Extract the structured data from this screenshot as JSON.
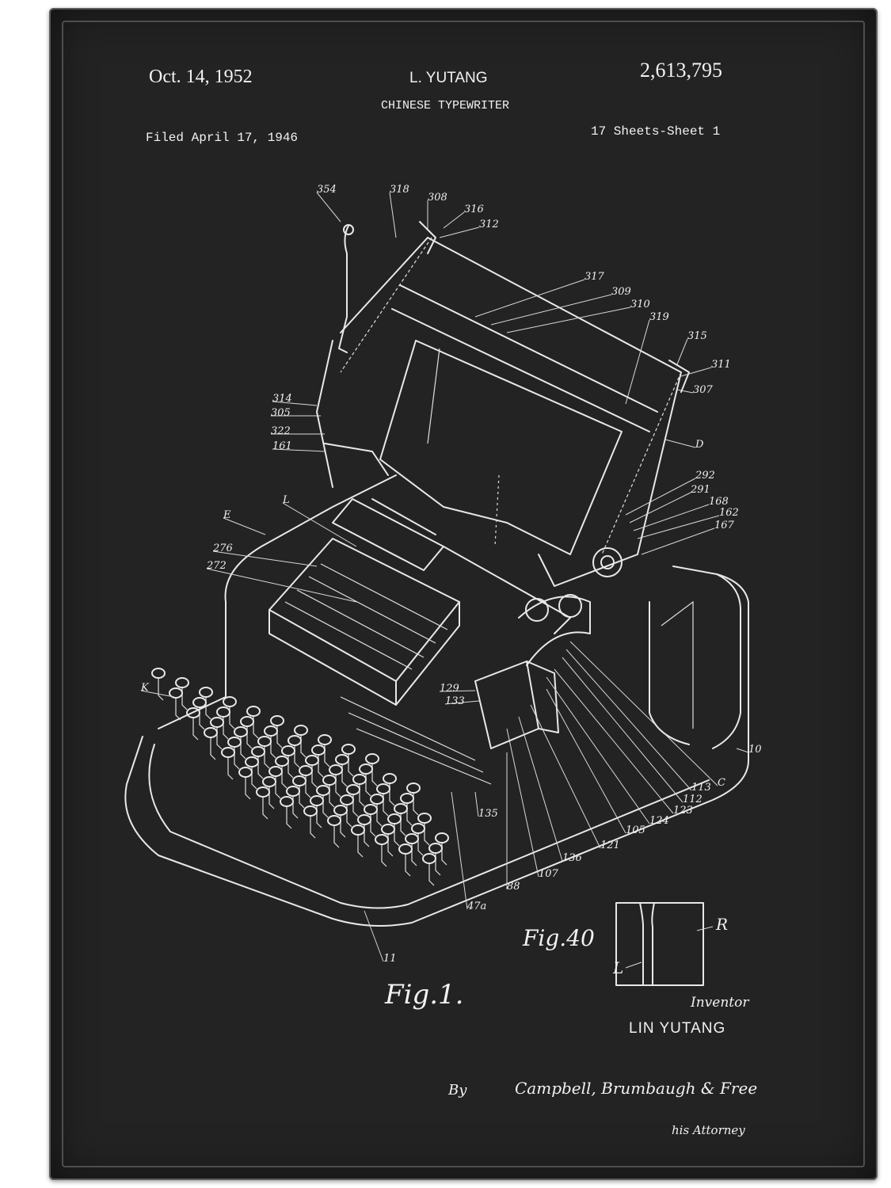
{
  "patent": {
    "date": "Oct. 14, 1952",
    "inventor_header": "L. YUTANG",
    "patent_number": "2,613,795",
    "title": "CHINESE TYPEWRITER",
    "filed": "Filed April 17, 1946",
    "sheets": "17 Sheets-Sheet 1"
  },
  "figures": {
    "fig1_label": "Fig.1.",
    "fig40_label": "Fig.40",
    "fig40_refs": [
      "R",
      "L"
    ]
  },
  "signature": {
    "inventor_caption": "Inventor",
    "inventor_name": "LIN YUTANG",
    "by": "By",
    "attorney_firm": "Campbell, Brumbaugh & Free",
    "attorney_caption": "his Attorney"
  },
  "reference_numerals": {
    "top": [
      "354",
      "318",
      "308",
      "316",
      "312"
    ],
    "right_upper": [
      "317",
      "309",
      "310",
      "319",
      "315",
      "311",
      "307",
      "D"
    ],
    "right_middle": [
      "292",
      "291",
      "168",
      "162",
      "167"
    ],
    "left": [
      "314",
      "305",
      "322",
      "161",
      "L",
      "E",
      "276",
      "272",
      "K"
    ],
    "center": [
      "129",
      "133"
    ],
    "bottom_right": [
      "10",
      "C",
      "113",
      "112",
      "123",
      "124",
      "105",
      "121",
      "136",
      "107",
      "88",
      "135",
      "47a",
      "11"
    ]
  },
  "colors": {
    "background": "#232323",
    "line_art": "#e8e8e8",
    "text": "#f2f2f2",
    "page": "#ffffff"
  }
}
